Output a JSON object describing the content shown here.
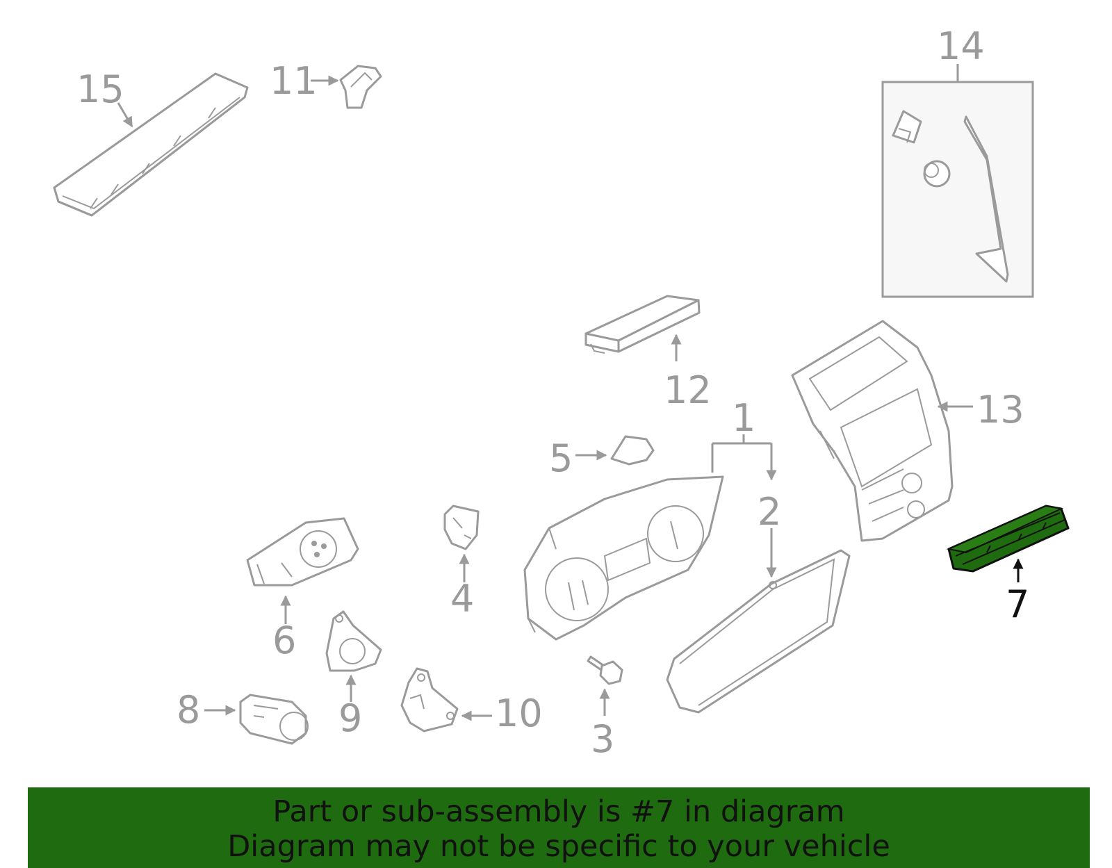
{
  "diagram": {
    "callouts": {
      "c1": "1",
      "c2": "2",
      "c3": "3",
      "c4": "4",
      "c5": "5",
      "c6": "6",
      "c7": "7",
      "c8": "8",
      "c9": "9",
      "c10": "10",
      "c11": "11",
      "c12": "12",
      "c13": "13",
      "c14": "14",
      "c15": "15"
    },
    "highlighted_part": "7",
    "colors": {
      "highlight": "#1f6b0f",
      "line": "#9a9a9a",
      "banner": "#1f6b0f"
    }
  },
  "banner": {
    "line1": "Part or sub-assembly is #7 in diagram",
    "line2": "Diagram may not be specific to your vehicle"
  }
}
